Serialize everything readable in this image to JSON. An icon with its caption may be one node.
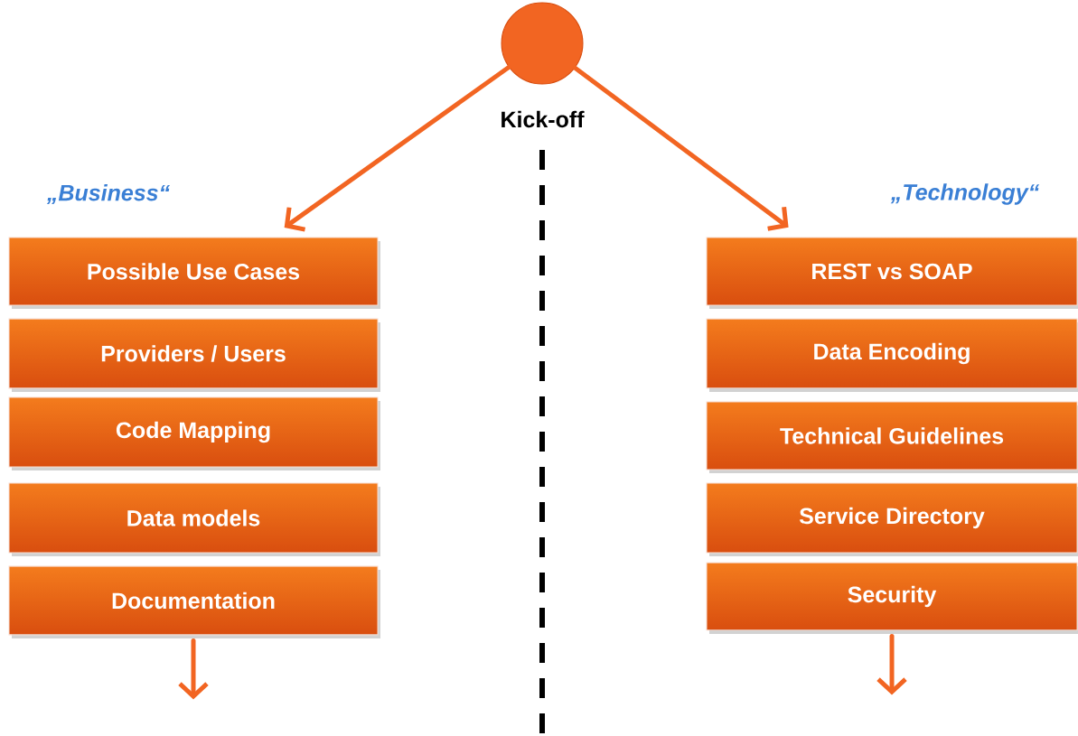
{
  "diagram": {
    "nodes": [
      {
        "text": [],
        "shape": "circle",
        "beside": [
          "Kick-off"
        ]
      },
      {
        "text": [
          "Possible Use Cases"
        ]
      },
      {
        "text": [
          "Providers / Users"
        ]
      },
      {
        "text": [
          "Code Mapping"
        ]
      },
      {
        "text": [
          "Data models"
        ]
      },
      {
        "text": [
          "Documentation"
        ]
      },
      {
        "text": [
          "REST vs SOAP"
        ]
      },
      {
        "text": [
          "Data Encoding"
        ]
      },
      {
        "text": [
          "Technical Guidelines"
        ]
      },
      {
        "text": [
          "Service Directory"
        ]
      },
      {
        "text": [
          "Security"
        ]
      }
    ],
    "edges": [
      {
        "from": 0,
        "to": 1,
        "arrow": "to"
      },
      {
        "from": 0,
        "to": 6,
        "arrow": "to"
      },
      {
        "from": 5,
        "to": null,
        "arrow": "to"
      },
      {
        "from": 10,
        "to": null,
        "arrow": "to"
      }
    ],
    "labels": [
      "„Business“",
      "„Technology“"
    ]
  }
}
